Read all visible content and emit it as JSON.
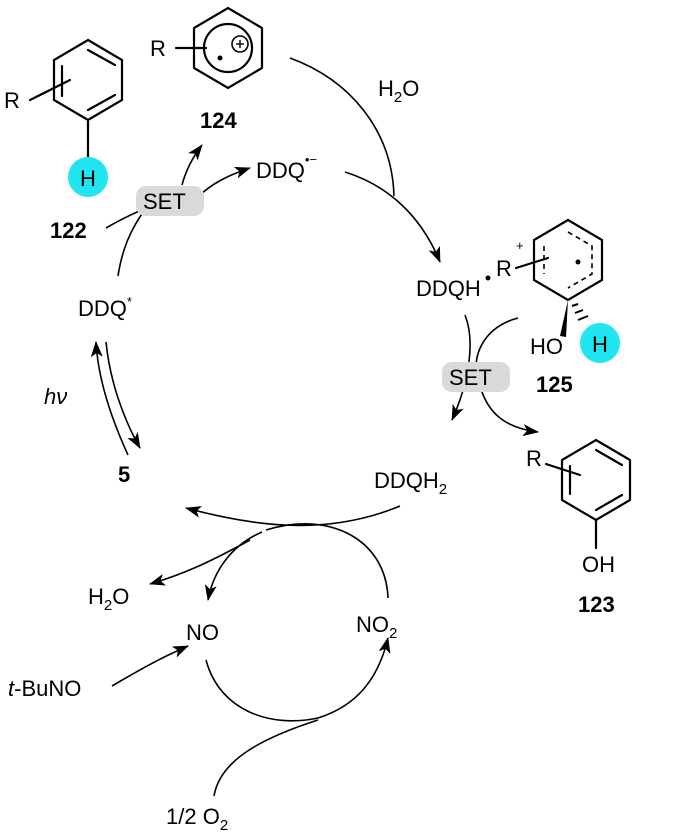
{
  "colors": {
    "highlight": "#20e4f0",
    "set_box": "#d9d9d9",
    "line": "#000000"
  },
  "compounds": {
    "c122": {
      "number": "122",
      "r": "R",
      "h": "H"
    },
    "c124": {
      "number": "124",
      "r": "R"
    },
    "c125": {
      "number": "125",
      "r": "R",
      "plus": "+",
      "ho": "HO",
      "h": "H"
    },
    "c123": {
      "number": "123",
      "r": "R",
      "oh": "OH"
    }
  },
  "species": {
    "ddq_star": "DDQ",
    "ddq_star_sup": "*",
    "ddq_radical_anion": "DDQ",
    "ddq_radical_anion_sup": "•−",
    "ddqh_radical": "DDQH",
    "ddqh2": "DDQH",
    "ddqh2_sub": "2",
    "catalyst": "5",
    "water_top": "H",
    "water_top_sub": "2",
    "water_top_o": "O",
    "water_bottom": "H",
    "water_bottom_sub": "2",
    "water_bottom_o": "O",
    "no": "NO",
    "no2": "NO",
    "no2_sub": "2",
    "tbuno_prefix": "t",
    "tbuno": "-BuNO",
    "oxygen": "1/2 O",
    "oxygen_sub": "2",
    "hv": "hν"
  },
  "set_labels": {
    "left": "SET",
    "right": "SET"
  }
}
